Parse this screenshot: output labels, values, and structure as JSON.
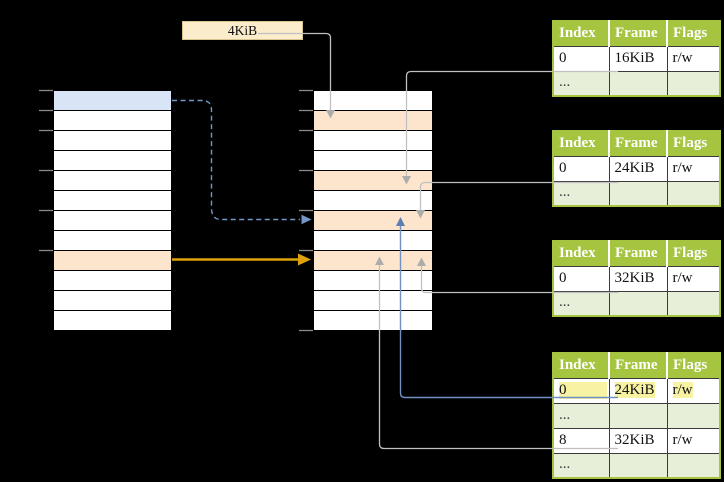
{
  "page_size_label": "4KiB",
  "colors": {
    "table_header_green": "#A5C43F",
    "table_row_light_green": "#E8EFD9",
    "memory_row_orange": "#FCE5CC",
    "memory_row_blue": "#D9E5F6",
    "entry_highlight_yellow": "#F8F2A3",
    "size_label_cream": "#FBECCC",
    "arrow_orange": "#E0A20B",
    "arrow_blue": "#7396C8",
    "connector_gray": "#C0C0C0"
  },
  "virtual_memory": {
    "rows": [
      "blue",
      "",
      "",
      "",
      "",
      "",
      "",
      "",
      "orange",
      "",
      "",
      ""
    ]
  },
  "physical_memory": {
    "rows": [
      "",
      "orange",
      "",
      "",
      "orange",
      "",
      "orange",
      "",
      "orange",
      "",
      "",
      ""
    ]
  },
  "page_tables": [
    {
      "id": "page-table-at-16kib",
      "columns": [
        "Index",
        "Frame",
        "Flags"
      ],
      "rows": [
        {
          "cells": [
            "0",
            "16KiB",
            "r/w"
          ],
          "style": "plain"
        },
        {
          "cells": [
            "...",
            "",
            ""
          ],
          "style": "muted"
        }
      ]
    },
    {
      "id": "page-table-at-24kib",
      "columns": [
        "Index",
        "Frame",
        "Flags"
      ],
      "rows": [
        {
          "cells": [
            "0",
            "24KiB",
            "r/w"
          ],
          "style": "plain"
        },
        {
          "cells": [
            "...",
            "",
            ""
          ],
          "style": "muted"
        }
      ]
    },
    {
      "id": "page-table-at-32kib",
      "columns": [
        "Index",
        "Frame",
        "Flags"
      ],
      "rows": [
        {
          "cells": [
            "0",
            "32KiB",
            "r/w"
          ],
          "style": "plain"
        },
        {
          "cells": [
            "...",
            "",
            ""
          ],
          "style": "muted"
        }
      ]
    },
    {
      "id": "level2-page-table",
      "columns": [
        "Index",
        "Frame",
        "Flags"
      ],
      "rows": [
        {
          "cells": [
            "0",
            "24KiB",
            "r/w"
          ],
          "style": "highlight"
        },
        {
          "cells": [
            "...",
            "",
            ""
          ],
          "style": "muted"
        },
        {
          "cells": [
            "8",
            "32KiB",
            "r/w"
          ],
          "style": "plain"
        },
        {
          "cells": [
            "...",
            "",
            ""
          ],
          "style": "muted"
        }
      ]
    }
  ]
}
